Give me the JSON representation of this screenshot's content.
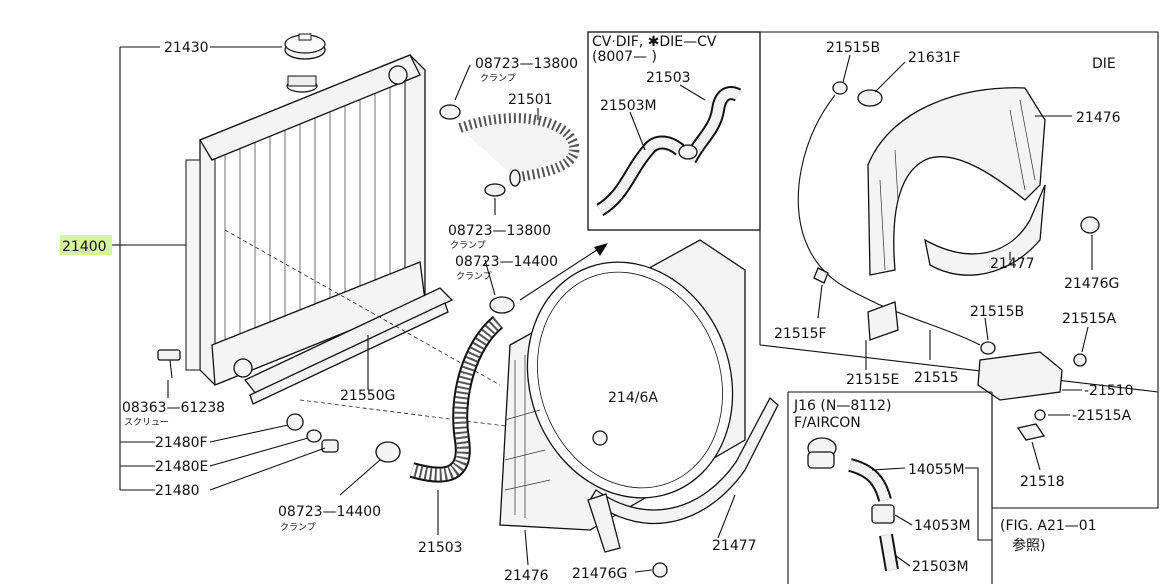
{
  "labels": {
    "p21430": "21430",
    "p21400": "21400",
    "p08363": "08363—61238",
    "p08363_sub": "スクリュー",
    "p21480f": "21480F",
    "p21480e": "21480E",
    "p21480": "21480",
    "p08723_a": "08723—13800",
    "p08723_a_sub": "クランプ",
    "p21501": "21501",
    "p08723_b": "08723—13800",
    "p08723_b_sub": "クランプ",
    "p08723_c": "08723—14400",
    "p08723_c_sub": "クランプ",
    "p21550g": "21550G",
    "p08723_d": "08723—14400",
    "p08723_d_sub": "クランプ",
    "p21503_bottom": "21503",
    "p214_6a": "214/6A",
    "p21476_bottom": "21476",
    "p21476g_bottom": "21476G",
    "p21477_bottom": "21477",
    "inset1_line1": "CV·DIF, ✱DIE—CV",
    "inset1_line2": "(8007—        )",
    "p21503_inset": "21503",
    "p21503m_inset": "21503M",
    "p21515b_top": "21515B",
    "p21631f": "21631F",
    "die": "DIE",
    "p21476_right": "21476",
    "p21477_right": "21477",
    "p21476g_right": "21476G",
    "p21515f": "21515F",
    "p21515b_mid": "21515B",
    "p21515e": "21515E",
    "p21515": "21515",
    "p21515a_1": "21515A",
    "p21510": "-21510",
    "p21515a_2": "-21515A",
    "p21518": "21518",
    "inset2_line1": "J16 (N—8112)",
    "inset2_line2": "F/AIRCON",
    "p14055m": "14055M",
    "p14053m": "14053M",
    "p21503m_lower": "21503M",
    "ref_line1": "(FIG. A21—01",
    "ref_line2": "参照)"
  }
}
